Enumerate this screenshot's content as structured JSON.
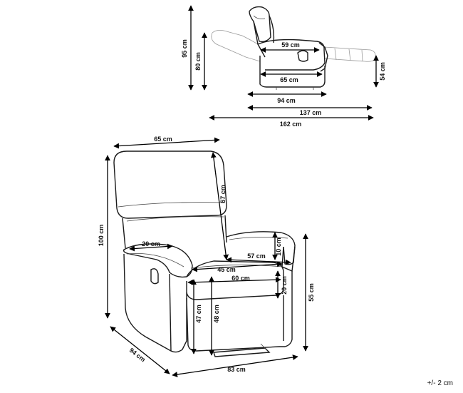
{
  "dimensions": {
    "side_height_total": "95 cm",
    "side_height_back": "80 cm",
    "side_armrest_depth": "59 cm",
    "side_seat_depth": "65 cm",
    "side_footrest_height": "54 cm",
    "side_depth_upright": "94 cm",
    "side_depth_partial": "137 cm",
    "side_depth_reclined": "162 cm",
    "front_back_width": "65 cm",
    "front_back_height": "67 cm",
    "front_total_height": "100 cm",
    "front_armrest_width": "20 cm",
    "front_seat_depth_57": "57 cm",
    "front_arm_thickness": "10 cm",
    "front_seat_width": "45 cm",
    "front_seat_depth_60": "60 cm",
    "front_arm_to_seat": "20 cm",
    "front_seat_height_47": "47 cm",
    "front_seat_height_48": "48 cm",
    "front_arm_height": "55 cm",
    "front_depth": "94 cm",
    "front_width": "83 cm"
  },
  "tolerance": "+/- 2 cm"
}
